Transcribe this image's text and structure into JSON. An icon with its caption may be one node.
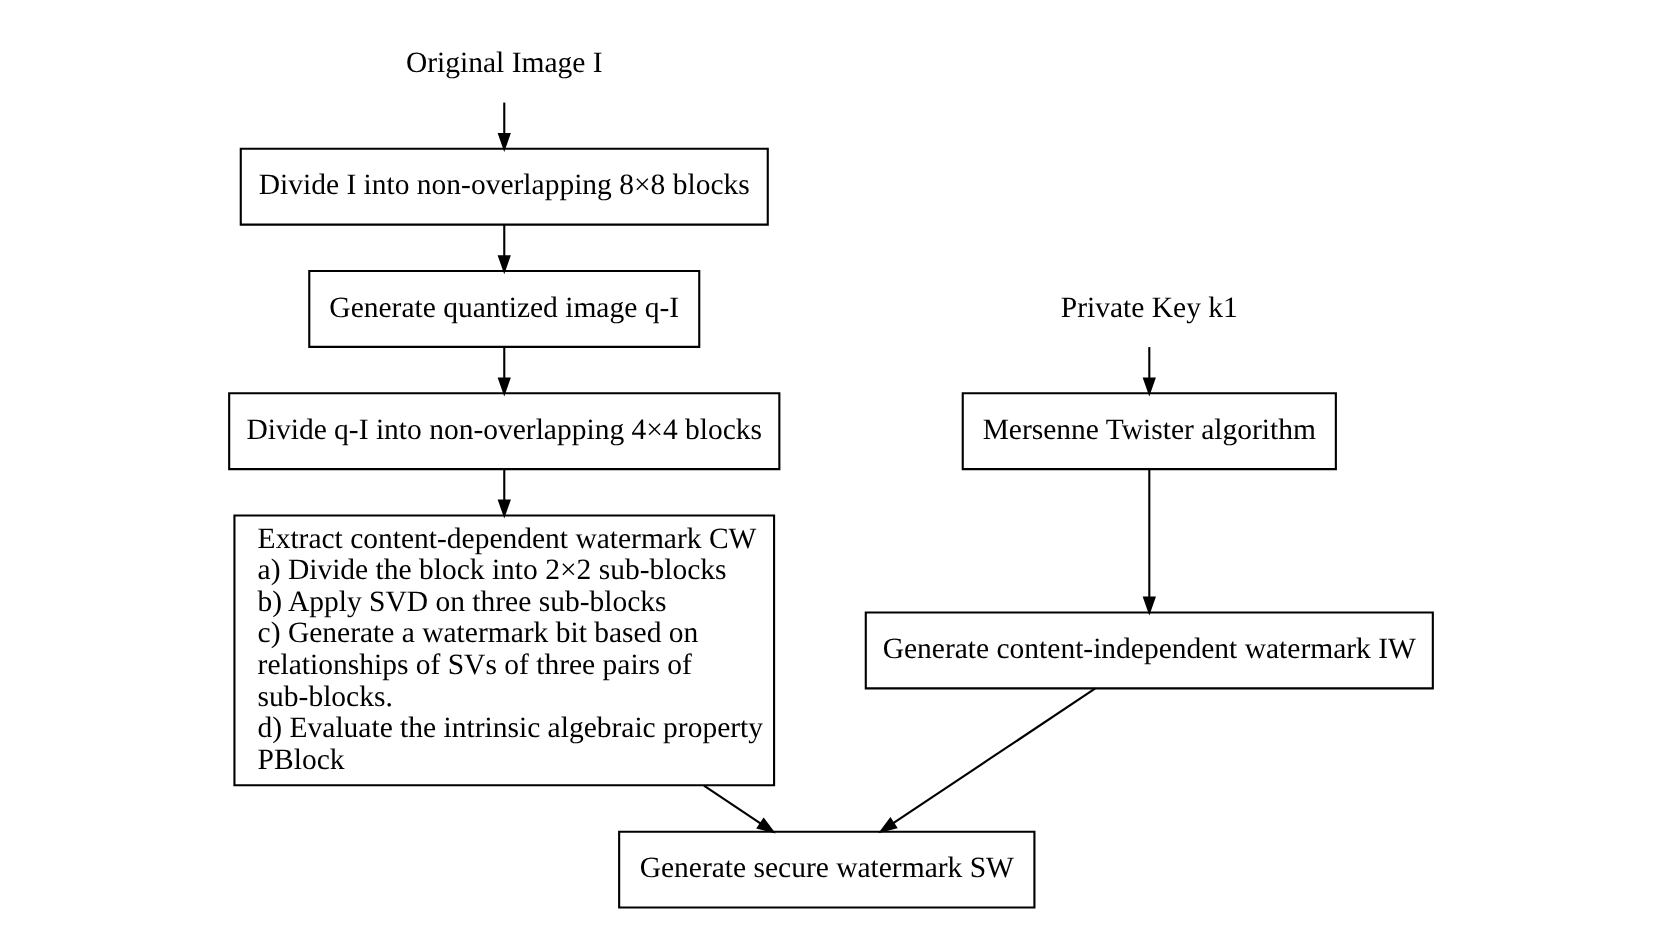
{
  "diagram": {
    "nodes": [
      {
        "text": [
          "Original Image I"
        ]
      },
      {
        "text": [
          "Divide I into non-overlapping 8×8 blocks"
        ]
      },
      {
        "text": [
          "Generate quantized image q-I"
        ]
      },
      {
        "text": [
          "Divide q-I into non-overlapping 4×4 blocks"
        ]
      },
      {
        "text": [
          "Extract content-dependent watermark CW",
          "a) Divide the block into 2×2 sub-blocks",
          "b) Apply SVD on three sub-blocks",
          "c) Generate a watermark bit based on relationships of SVs of three pairs of sub-blocks.",
          "d) Evaluate the intrinsic algebraic property PBlock"
        ]
      },
      {
        "text": [
          "Private Key k1"
        ]
      },
      {
        "text": [
          "Mersenne Twister algorithm"
        ]
      },
      {
        "text": [
          "Generate content-independent watermark IW"
        ]
      },
      {
        "text": [
          "Generate secure watermark SW"
        ]
      }
    ],
    "edges": [
      {
        "from": 0,
        "to": 1,
        "arrow": "to"
      },
      {
        "from": 1,
        "to": 2,
        "arrow": "to"
      },
      {
        "from": 2,
        "to": 3,
        "arrow": "to"
      },
      {
        "from": 3,
        "to": 4,
        "arrow": "to"
      },
      {
        "from": 5,
        "to": 6,
        "arrow": "to"
      },
      {
        "from": 6,
        "to": 7,
        "arrow": "to"
      },
      {
        "from": 4,
        "to": 8,
        "arrow": "to"
      },
      {
        "from": 7,
        "to": 8,
        "arrow": "to"
      }
    ]
  }
}
